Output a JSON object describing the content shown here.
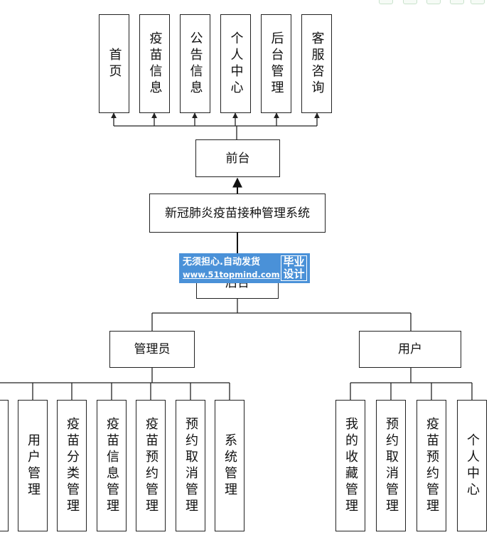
{
  "diagram": {
    "title": "新冠肺炎疫苗接种管理系统",
    "frontend": {
      "label": "前台",
      "modules": [
        "首页",
        "疫苗信息",
        "公告信息",
        "个人中心",
        "后台管理",
        "客服咨询"
      ]
    },
    "backend": {
      "label": "后台",
      "roles": [
        {
          "label": "管理员",
          "modules": [
            "用户管理",
            "疫苗分类管理",
            "疫苗信息管理",
            "疫苗预约管理",
            "预约取消管理",
            "系统管理"
          ]
        },
        {
          "label": "用户",
          "modules": [
            "我的收藏管理",
            "预约取消管理",
            "疫苗预约管理",
            "个人中心"
          ]
        }
      ]
    }
  },
  "watermark": {
    "line1": "无须担心.自动发货",
    "line2": "www.51topmind.com",
    "badge_line1": "毕业",
    "badge_line2": "设计"
  },
  "toolbar_icons": [
    "zoom-icon",
    "page-icon",
    "fit-icon",
    "home-icon",
    "user-icon"
  ],
  "colors": {
    "line": "#222222",
    "watermark_bg": "#4a91d8",
    "toolbar_border": "#c9e2cc"
  }
}
